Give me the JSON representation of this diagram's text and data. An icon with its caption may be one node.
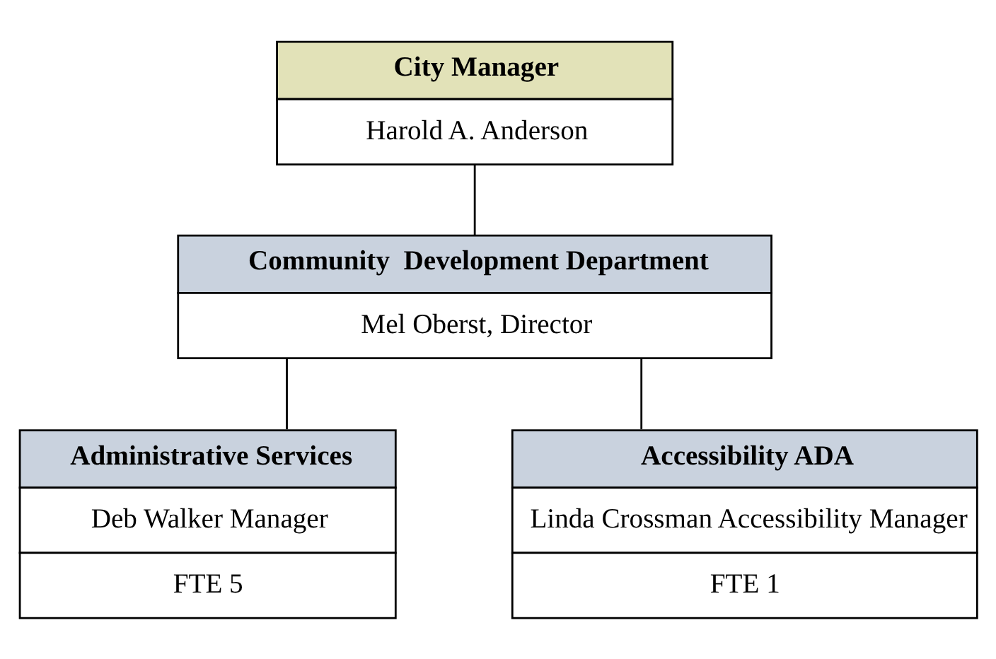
{
  "diagram": {
    "nodes": [
      {
        "text": [
          "City Manager",
          "Harold A. Anderson"
        ]
      },
      {
        "text": [
          "Community  Development Department",
          "Mel Oberst, Director"
        ]
      },
      {
        "text": [
          "Administrative Services",
          "Deb Walker Manager",
          "FTE 5"
        ]
      },
      {
        "text": [
          "Accessibility ADA",
          "Linda Crossman Accessibility Manager",
          "FTE 1"
        ]
      }
    ],
    "edges": [
      {
        "from": 0,
        "to": 1,
        "arrow": "none"
      },
      {
        "from": 1,
        "to": 2,
        "arrow": "none"
      },
      {
        "from": 1,
        "to": 3,
        "arrow": "none"
      }
    ]
  }
}
